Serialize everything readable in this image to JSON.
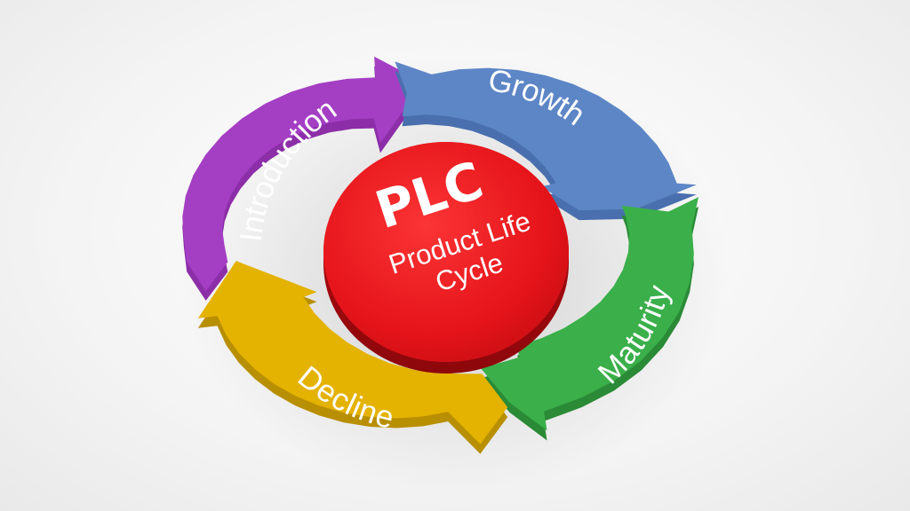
{
  "diagram": {
    "center": {
      "title": "PLC",
      "subtitle_line1": "Product Life",
      "subtitle_line2": "Cycle"
    },
    "stages": [
      {
        "label": "Introduction",
        "color": "#a43fc4"
      },
      {
        "label": "Growth",
        "color": "#5d86c6"
      },
      {
        "label": "Maturity",
        "color": "#3aaf4a"
      },
      {
        "label": "Decline",
        "color": "#e4b200"
      }
    ],
    "hub_color": "#e5141a"
  }
}
